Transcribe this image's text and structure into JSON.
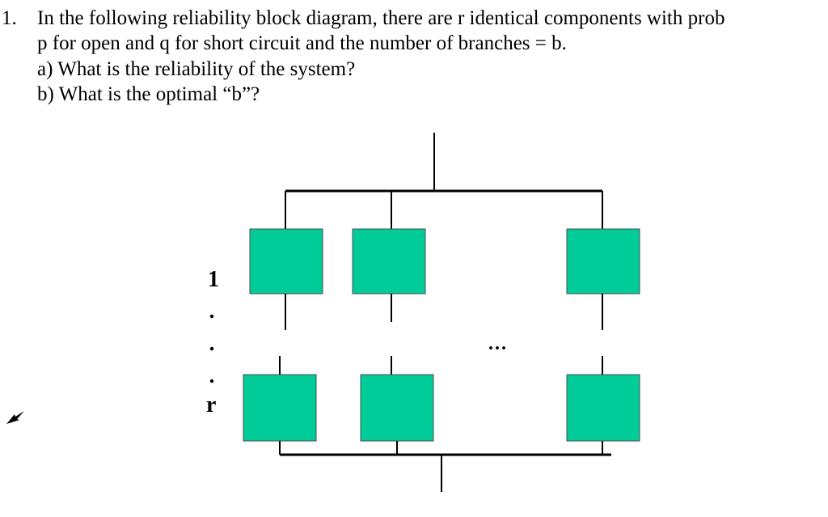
{
  "question": {
    "number": "1.",
    "line1": "In the following reliability block diagram, there are r identical components with prob",
    "line2": "p for open and q for short circuit and the number of branches = b.",
    "part_a": "a) What is the reliability of the system?",
    "part_b": "b) What is the optimal “b”?"
  },
  "diagram": {
    "top_row_label": "1",
    "bottom_row_label": "r",
    "branch_ellipsis": "...",
    "component_color": "#00cc99"
  }
}
